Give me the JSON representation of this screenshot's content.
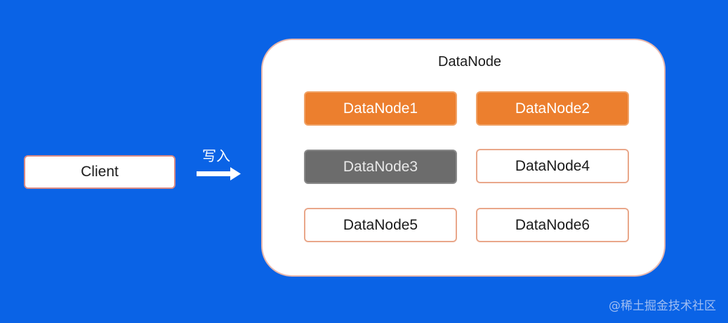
{
  "client": {
    "label": "Client"
  },
  "edge": {
    "label": "写入"
  },
  "container": {
    "title": "DataNode"
  },
  "nodes": [
    {
      "label": "DataNode1",
      "state": "orange"
    },
    {
      "label": "DataNode2",
      "state": "orange"
    },
    {
      "label": "DataNode3",
      "state": "gray"
    },
    {
      "label": "DataNode4",
      "state": "white"
    },
    {
      "label": "DataNode5",
      "state": "white"
    },
    {
      "label": "DataNode6",
      "state": "white"
    }
  ],
  "colors": {
    "background": "#0a63e6",
    "orange": "#ec7f2e",
    "gray": "#6c6c6c",
    "white": "#ffffff"
  },
  "watermark": "@稀土掘金技术社区"
}
